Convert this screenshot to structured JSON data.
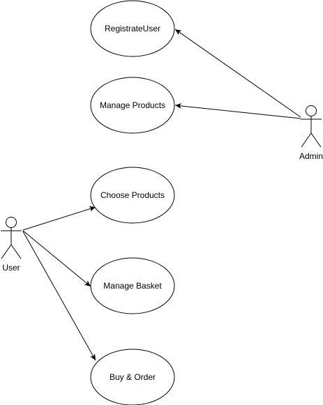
{
  "diagram": {
    "type": "use-case",
    "actors": [
      {
        "id": "admin",
        "label": "Admin"
      },
      {
        "id": "user",
        "label": "User"
      }
    ],
    "use_cases": [
      {
        "id": "registrate-user",
        "label": "RegistrateUser"
      },
      {
        "id": "manage-products",
        "label": "Manage Products"
      },
      {
        "id": "choose-products",
        "label": "Choose Products"
      },
      {
        "id": "manage-basket",
        "label": "Manage Basket"
      },
      {
        "id": "buy-order",
        "label": "Buy & Order"
      }
    ],
    "associations": [
      {
        "from": "admin",
        "to": "registrate-user"
      },
      {
        "from": "admin",
        "to": "manage-products"
      },
      {
        "from": "user",
        "to": "choose-products"
      },
      {
        "from": "user",
        "to": "manage-basket"
      },
      {
        "from": "user",
        "to": "buy-order"
      }
    ],
    "colors": {
      "stroke": "#000000",
      "fill": "#ffffff",
      "text": "#000000"
    }
  }
}
